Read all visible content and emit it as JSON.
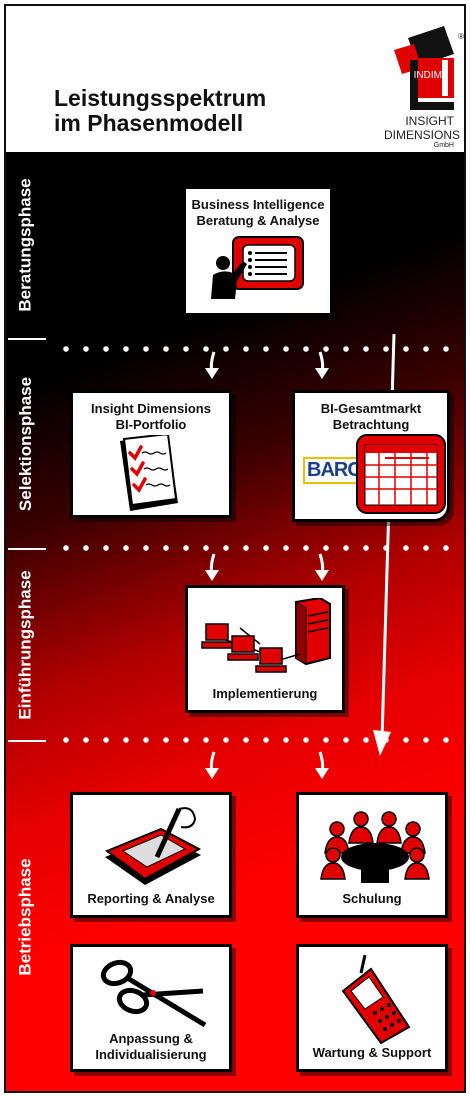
{
  "header": {
    "title_line1": "Leistungsspektrum",
    "title_line2": "im Phasenmodell",
    "logo": {
      "badge": "INDIM",
      "line1": "INSIGHT",
      "line2": "DIMENSIONS",
      "line3": "GmbH",
      "reg": "®"
    }
  },
  "phases": [
    {
      "label": "Beratungsphase"
    },
    {
      "label": "Selektionsphase"
    },
    {
      "label": "Einführungsphase"
    },
    {
      "label": "Betriebsphase"
    }
  ],
  "boxes": {
    "bi_beratung": {
      "line1": "Business Intelligence",
      "line2": "Beratung & Analyse",
      "icon": "presenter-icon"
    },
    "portfolio": {
      "line1": "Insight Dimensions",
      "line2": "BI-Portfolio",
      "icon": "checklist-icon"
    },
    "gesamtmarkt": {
      "line1": "BI-Gesamtmarkt",
      "line2": "Betrachtung",
      "icon": "barc-icon",
      "barc": "BARC"
    },
    "implementierung": {
      "label": "Implementierung",
      "icon": "network-computers-icon"
    },
    "reporting": {
      "label": "Reporting & Analyse",
      "icon": "tablet-pen-icon"
    },
    "schulung": {
      "label": "Schulung",
      "icon": "meeting-icon"
    },
    "anpassung": {
      "line1": "Anpassung &",
      "line2": "Individualisierung",
      "icon": "scissors-icon"
    },
    "wartung": {
      "label": "Wartung & Support",
      "icon": "mobile-phone-icon"
    }
  },
  "colors": {
    "accent": "#ff0000",
    "dark": "#000000",
    "box_border": "#000000"
  }
}
